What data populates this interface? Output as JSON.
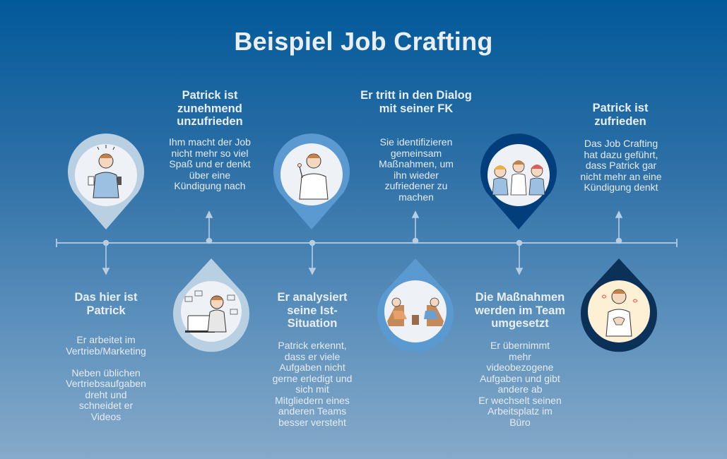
{
  "title": "Beispiel Job Crafting",
  "colors": {
    "line": "#a9c4de",
    "pin_light": "#b9cfe2",
    "pin_mid": "#5b9ad0",
    "pin_dark": "#033e7c",
    "pin_navy": "#0c3158"
  },
  "steps": [
    {
      "title": "Das hier ist Patrick",
      "text": "Er arbeitet im\nVertrieb/Marketing\n\nNeben üblichen\nVertriebsaufgaben\ndreht und\nschneidet er\nVideos"
    },
    {
      "title": "Patrick ist zunehmend unzufrieden",
      "text": "Ihm macht der Job\nnicht mehr so viel\nSpaß und er denkt\nüber eine\nKündigung nach"
    },
    {
      "title": "Er analysiert seine Ist-Situation",
      "text": "Patrick erkennt,\ndass er viele\nAufgaben nicht\ngerne erledigt und\nsich mit\nMitgliedern eines\nanderen Teams\nbesser versteht"
    },
    {
      "title": "Er tritt in den Dialog mit seiner FK",
      "text": "Sie identifizieren\ngemeinsam\nMaßnahmen, um\nihn wieder\nzufriedener zu\nmachen"
    },
    {
      "title": "Die Maßnahmen werden im Team umgesetzt",
      "text": "Er übernimmt\nmehr\nvideobezogene\nAufgaben und gibt\nandere ab\nEr wechselt seinen\nArbeitsplatz im\nBüro"
    },
    {
      "title": "Patrick ist zufrieden",
      "text": "Das Job Crafting\nhat dazu geführt,\ndass Patrick gar\nnicht mehr an eine\nKündigung denkt"
    }
  ]
}
